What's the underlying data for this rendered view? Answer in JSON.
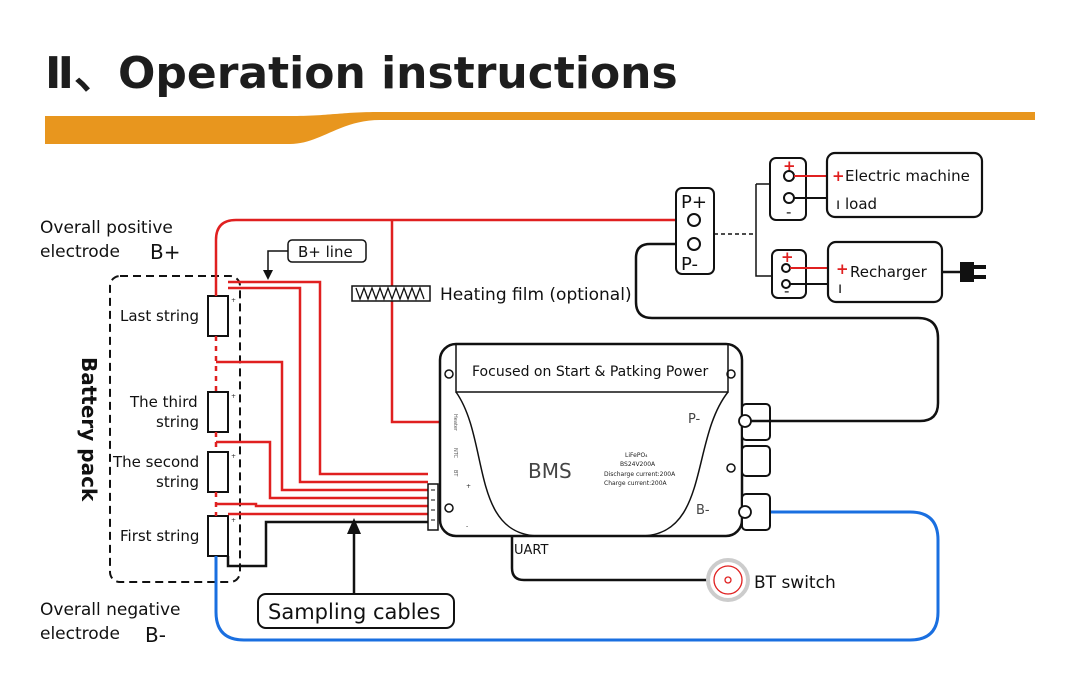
{
  "title": "Ⅱ、Operation instructions",
  "colors": {
    "accent": "#e8961e",
    "positive": "#e02020",
    "negative": "#1a6fe0",
    "line": "#111111"
  },
  "labels": {
    "positive_1": "Overall positive",
    "positive_2": "electrode",
    "positive_sym": "B+",
    "negative_1": "Overall negative",
    "negative_2": "electrode",
    "negative_sym": "B-",
    "b_line": "B+ line",
    "heating": "Heating film (optional)",
    "battery_pack": "Battery pack",
    "last_string": "Last string",
    "third_1": "The third",
    "third_2": "string",
    "second_1": "The second",
    "second_2": "string",
    "first_string": "First string",
    "sampling": "Sampling cables",
    "uart": "UART",
    "bt": "BT switch",
    "p_plus": "P+",
    "p_minus": "P-",
    "machine": "Electric machine",
    "load": "load",
    "recharger": "Recharger"
  },
  "bms": {
    "top": "Focused on Start & Patking Power",
    "name": "BMS",
    "p_minus": "P-",
    "b_minus": "B-",
    "spec_1": "LiFePO₄",
    "spec_2": "BS24V200A",
    "spec_3": "Discharge current:200A",
    "spec_4": "Charge    current:200A",
    "side_1": "Heater",
    "side_2": "NTC",
    "side_3": "BT"
  }
}
